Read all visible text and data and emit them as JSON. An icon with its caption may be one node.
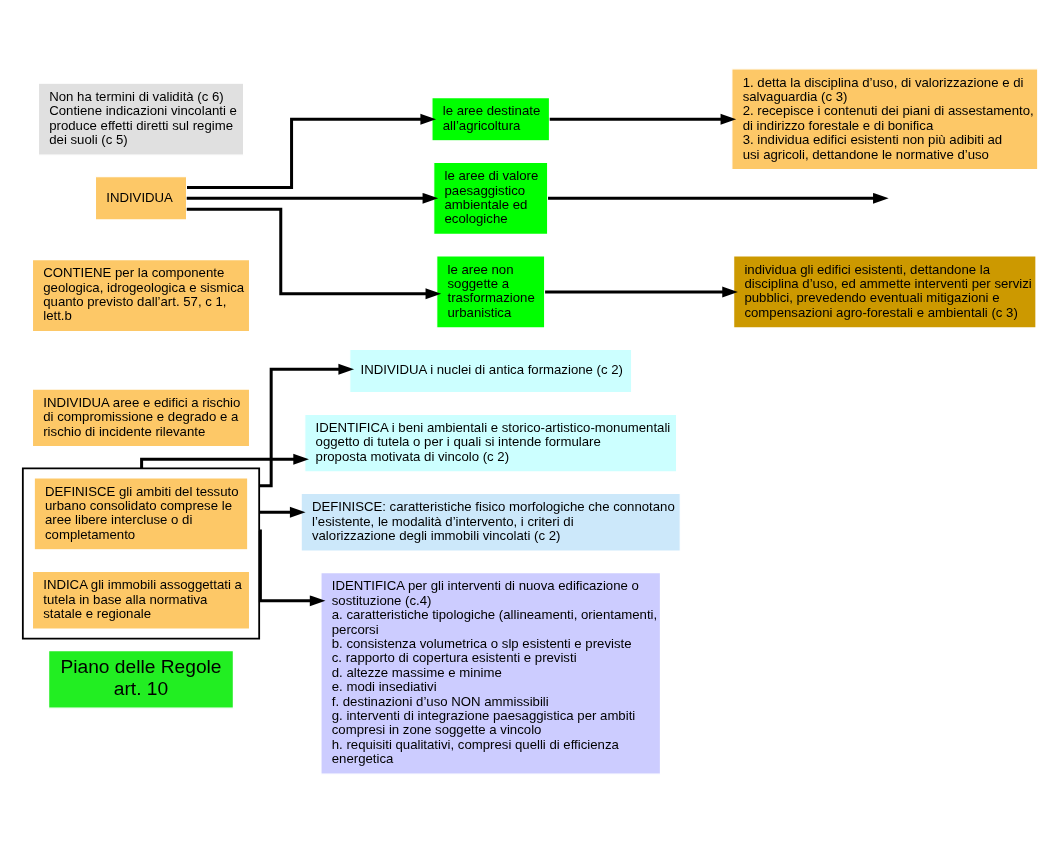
{
  "diagram": {
    "nodes": [
      {
        "text": [
          "Piano delle Regole art. 10"
        ]
      },
      {
        "text": [],
        "shape": "box"
      },
      {
        "text": [
          "DEFINISCE gli ambiti del tessuto urbano consolidato comprese le aree libere intercluse o di completamento"
        ],
        "in": 1
      },
      {
        "text": [
          "INDICA gli immobili assoggettati a tutela in base alla normativa statale e regionale"
        ],
        "in": 1
      },
      {
        "text": [
          "INDIVIDUA i nuclei di antica formazione (c 2)"
        ]
      },
      {
        "text": [
          "IDENTIFICA i beni ambientali e storico-artistico-monumentali oggetto di tutela o per i quali si intende formulare proposta motivata di vincolo (c 2)"
        ]
      },
      {
        "text": [
          "DEFINISCE: caratteristiche fisico morfologiche che connotano l’esistente, le modalità d’intervento, i criteri di valorizzazione degli immobili vincolati (c 2)"
        ]
      },
      {
        "text": [
          "IDENTIFICA per gli interventi di nuova edificazione o sostituzione (c.4)",
          "a. caratteristiche tipologiche (allineamenti, orientamenti, percorsi",
          "b. consistenza volumetrica o slp esistenti e previste",
          "c. rapporto di copertura esistenti e previsti",
          "d. altezze massime e minime",
          "e. modi insediativi",
          "f. destinazioni d’uso NON ammissibili",
          "g. interventi di integrazione paesaggistica per ambiti compresi in zone soggette a vincolo",
          "h. requisiti qualitativi, compresi quelli di efficienza energetica"
        ]
      },
      {
        "text": [
          "INDIVIDUA aree e edifici a rischio di compromissione e degrado e a rischio di incidente rilevante"
        ]
      },
      {
        "text": [
          "CONTIENE per la componente geologica, idrogeologica e sismica quanto previsto dall’art. 57, c 1, lett.b"
        ]
      },
      {
        "text": [
          "INDIVIDUA"
        ]
      },
      {
        "text": [
          "Non ha termini di validità (c 6)",
          "Contiene indicazioni vincolanti e produce effetti diretti sul regime dei suoli (c 5)"
        ]
      },
      {
        "text": [
          "le aree destinate all’agricoltura"
        ]
      },
      {
        "text": [
          "le aree di valore paesaggistico ambientale ed ecologiche"
        ]
      },
      {
        "text": [
          "le aree non soggette a trasformazione urbanistica"
        ]
      },
      {
        "text": [
          "1. detta la disciplina d’uso, di valorizzazione e di salvaguardia (c 3)",
          "2. recepisce i contenuti dei piani di assestamento, di indirizzo forestale e di bonifica",
          "3. individua edifici esistenti non più adibiti ad usi agricoli, dettandone le normative d’uso"
        ]
      },
      {
        "text": [
          "individua gli edifici esistenti, dettandone la disciplina d’uso, ed ammette interventi per servizi pubblici, prevedendo eventuali mitigazioni e compensazioni agro-forestali e ambientali (c 3)"
        ]
      }
    ],
    "edges": [
      {
        "from": 1,
        "to": 4,
        "arrow": "to"
      },
      {
        "from": 1,
        "to": 5,
        "arrow": "to"
      },
      {
        "from": 1,
        "to": 6,
        "arrow": "to"
      },
      {
        "from": 1,
        "to": 7,
        "arrow": "to"
      },
      {
        "from": 10,
        "to": 12,
        "arrow": "to"
      },
      {
        "from": 10,
        "to": 13,
        "arrow": "to"
      },
      {
        "from": 10,
        "to": 14,
        "arrow": "to"
      },
      {
        "from": 12,
        "to": 15,
        "arrow": "to"
      },
      {
        "from": 13,
        "to": null,
        "arrow": "to"
      },
      {
        "from": 14,
        "to": 16,
        "arrow": "to"
      }
    ]
  }
}
